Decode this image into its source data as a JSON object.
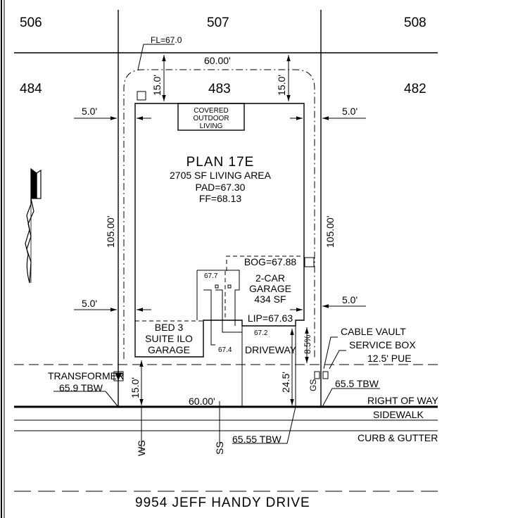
{
  "lots": {
    "l506": "506",
    "l507": "507",
    "l508": "508",
    "l484": "484",
    "l483": "483",
    "l482": "482"
  },
  "labels": {
    "fl": "FL=67.0",
    "top_width": "60.00'",
    "rear_setback_left": "15.0'",
    "rear_setback_right": "15.0'",
    "side_left_top": "5.0'",
    "side_right_top": "5.0'",
    "side_left_bottom": "5.0'",
    "side_right_bottom": "5.0'",
    "depth_left": "105.00'",
    "depth_right": "105.00'",
    "covered_1": "COVERED",
    "covered_2": "OUTDOOR",
    "covered_3": "LIVING",
    "plan": "PLAN 17E",
    "living_area": "2705 SF LIVING AREA",
    "pad": "PAD=67.30",
    "ff": "FF=68.13",
    "bog": "BOG=67.88",
    "garage_1": "2-CAR",
    "garage_2": "GARAGE",
    "garage_3": "434 SF",
    "lip": "LIP=67.63",
    "spot_a": "67.7",
    "spot_b": "67.2",
    "spot_c": "67.4",
    "bed_1": "BED 3",
    "bed_2": "SUITE ILO",
    "bed_3": "GARAGE",
    "driveway": "DRIVEWAY",
    "slope": "8.5%",
    "cable_vault": "CABLE VAULT",
    "service_box": "SERVICE BOX",
    "pue": "12.5' PUE",
    "transformer": "TRANSFORMER",
    "tbw_left": "65.9 TBW",
    "front_setback": "15.0'",
    "drive_depth": "24.5'",
    "gs": "GS",
    "tbw_right": "65.5 TBW",
    "front_width": "60.00'",
    "right_of_way": "RIGHT OF WAY",
    "sidewalk": "SIDEWALK",
    "curb": "CURB & GUTTER",
    "ws": "WS",
    "ss": "SS",
    "tbw_center": "65.55 TBW",
    "street": "9954 JEFF HANDY DRIVE"
  }
}
